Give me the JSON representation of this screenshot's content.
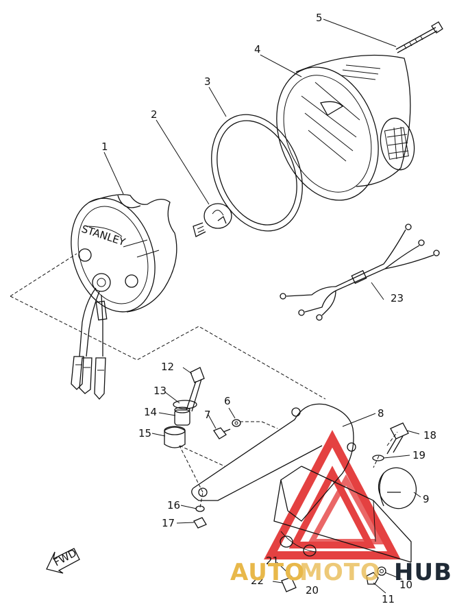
{
  "diagram": {
    "callouts": [
      {
        "id": "c1",
        "label": "1"
      },
      {
        "id": "c2",
        "label": "2"
      },
      {
        "id": "c3",
        "label": "3"
      },
      {
        "id": "c4",
        "label": "4"
      },
      {
        "id": "c5",
        "label": "5"
      },
      {
        "id": "c6",
        "label": "6"
      },
      {
        "id": "c7",
        "label": "7"
      },
      {
        "id": "c8",
        "label": "8"
      },
      {
        "id": "c9",
        "label": "9"
      },
      {
        "id": "c10",
        "label": "10"
      },
      {
        "id": "c11",
        "label": "11"
      },
      {
        "id": "c12",
        "label": "12"
      },
      {
        "id": "c13",
        "label": "13"
      },
      {
        "id": "c14",
        "label": "14"
      },
      {
        "id": "c15",
        "label": "15"
      },
      {
        "id": "c16",
        "label": "16"
      },
      {
        "id": "c17",
        "label": "17"
      },
      {
        "id": "c18",
        "label": "18"
      },
      {
        "id": "c19",
        "label": "19"
      },
      {
        "id": "c20",
        "label": "20"
      },
      {
        "id": "c21",
        "label": "21"
      },
      {
        "id": "c22",
        "label": "22"
      },
      {
        "id": "c23",
        "label": "23"
      }
    ],
    "direction_arrow_label": "FWD",
    "housing_stamp": "STANLEY",
    "line_color": "#111111"
  },
  "watermark": {
    "prefix": "AUTO",
    "middle": "MOTO",
    "suffix": "HUB",
    "color_prefix": "#e8b84a",
    "color_suffix": "#1f2a36",
    "triangle_color": "#e02020"
  }
}
